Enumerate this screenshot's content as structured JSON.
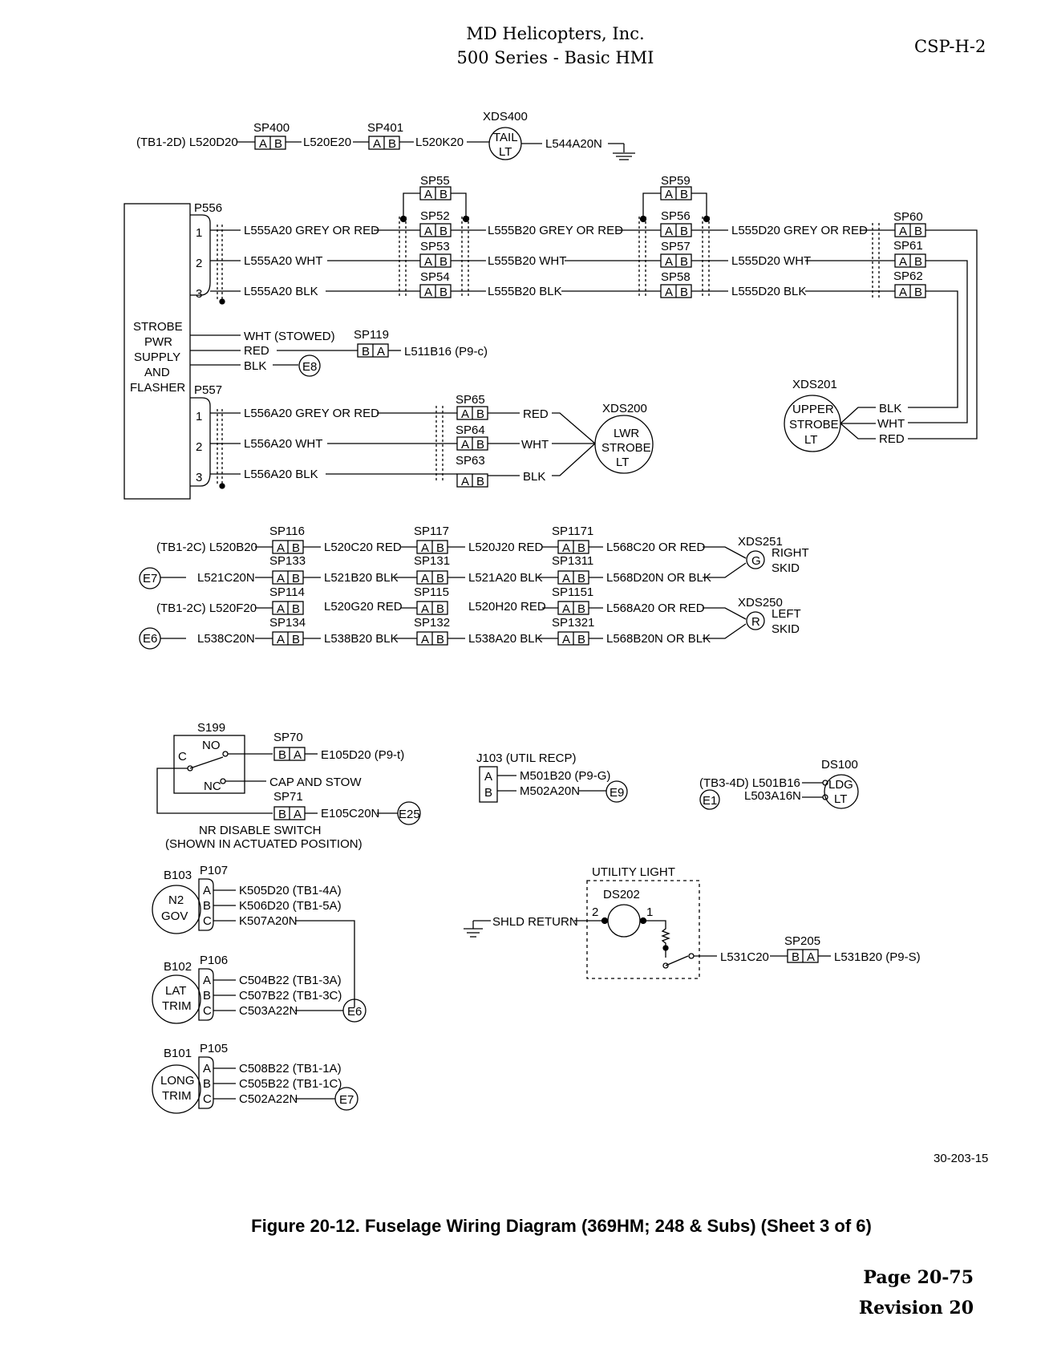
{
  "header": {
    "company": "MD Helicopters, Inc.",
    "series": "500 Series - Basic HMI",
    "doc_id": "CSP-H-2"
  },
  "figure": {
    "caption": "Figure  20-12.  Fuselage Wiring Diagram (369HM; 248 & Subs) (Sheet 3 of 6)",
    "drawing_number": "30-203-15"
  },
  "footer": {
    "page": "Page  20-75",
    "revision": "Revision 20"
  },
  "diagram": {
    "labels": {
      "tb1_2d": "(TB1-2D) L520D20",
      "sp400": "SP400",
      "l520e20": "L520E20",
      "sp401": "SP401",
      "l520k20": "L520K20",
      "xds400": "XDS400",
      "tail": "TAIL",
      "lt": "LT",
      "l544a20n": "L544A20N",
      "sp55": "SP55",
      "sp59": "SP59",
      "p556": "P556",
      "sp52": "SP52",
      "sp53": "SP53",
      "sp54": "SP54",
      "sp56": "SP56",
      "sp57": "SP57",
      "sp58": "SP58",
      "sp60": "SP60",
      "sp61": "SP61",
      "sp62": "SP62",
      "l555a20_gr": "L555A20 GREY OR RED",
      "l555a20_wht": "L555A20 WHT",
      "l555a20_blk": "L555A20 BLK",
      "l555b20_gr": "L555B20 GREY OR RED",
      "l555b20_wht": "L555B20 WHT",
      "l555b20_blk": "L555B20 BLK",
      "l555d20_gr": "L555D20 GREY OR RED",
      "l555d20_wht": "L555D20 WHT",
      "l555d20_blk": "L555D20 BLK",
      "strobe1": "STROBE",
      "strobe2": "PWR",
      "strobe3": "SUPPLY",
      "strobe4": "AND",
      "strobe5": "FLASHER",
      "wht_stowed": "WHT (STOWED)",
      "red": "RED",
      "blk": "BLK",
      "wht": "WHT",
      "sp119": "SP119",
      "l511b16": "L511B16 (P9-c)",
      "e8": "E8",
      "xds201": "XDS201",
      "upper": "UPPER",
      "strobe": "STROBE",
      "p557": "P557",
      "l556a20_gr": "L556A20 GREY OR RED",
      "l556a20_wht": "L556A20 WHT",
      "l556a20_blk": "L556A20 BLK",
      "sp65": "SP65",
      "sp64": "SP64",
      "sp63": "SP63",
      "xds200": "XDS200",
      "lwr": "LWR",
      "tb1_2c_1": "(TB1-2C) L520B20",
      "sp116": "SP116",
      "l520c20": "L520C20 RED",
      "sp117": "SP117",
      "l520j20": "L520J20 RED",
      "sp1171": "SP1171",
      "l568c20": "L568C20 OR RED",
      "xds251": "XDS251",
      "g": "G",
      "right": "RIGHT",
      "skid": "SKID",
      "e7": "E7",
      "l521c20n": "L521C20N",
      "sp133": "SP133",
      "l521b20": "L521B20 BLK",
      "sp131": "SP131",
      "l521a20": "L521A20 BLK",
      "sp1311": "SP1311",
      "l568d20n": "L568D20N OR BLK",
      "tb1_2c_2": "(TB1-2C) L520F20",
      "sp114": "SP114",
      "l520g20": "L520G20 RED",
      "sp115": "SP115",
      "l520h20": "L520H20 RED",
      "sp1151": "SP1151",
      "l568a20": "L568A20 OR RED",
      "xds250": "XDS250",
      "r": "R",
      "left": "LEFT",
      "e6": "E6",
      "l538c20n": "L538C20N",
      "sp134": "SP134",
      "l538b20": "L538B20 BLK",
      "sp132": "SP132",
      "l538a20": "L538A20 BLK",
      "sp1321": "SP1321",
      "l568b20n": "L568B20N OR BLK",
      "s199": "S199",
      "no": "NO",
      "c": "C",
      "nc": "NC",
      "sp70": "SP70",
      "e105d20": "E105D20 (P9-t)",
      "cap_stow": "CAP AND STOW",
      "sp71": "SP71",
      "e105c20n": "E105C20N",
      "e25": "E25",
      "nr1": "NR DISABLE SWITCH",
      "nr2": "(SHOWN IN ACTUATED POSITION)",
      "j103": "J103 (UTIL RECP)",
      "m501b20": "M501B20 (P9-G)",
      "m502a20n": "M502A20N",
      "e9": "E9",
      "ds100": "DS100",
      "tb3_4d": "(TB3-4D) L501B16",
      "l503a16n": "L503A16N",
      "e1": "E1",
      "ldg": "LDG",
      "b103": "B103",
      "p107": "P107",
      "n2": "N2",
      "gov": "GOV",
      "k505d20": "K505D20 (TB1-4A)",
      "k506d20": "K506D20 (TB1-5A)",
      "k507a20n": "K507A20N",
      "b102": "B102",
      "p106": "P106",
      "lat": "LAT",
      "trim": "TRIM",
      "c504b22": "C504B22 (TB1-3A)",
      "c507b22": "C507B22 (TB1-3C)",
      "c503a22n": "C503A22N",
      "b101": "B101",
      "p105": "P105",
      "long": "LONG",
      "c508b22": "C508B22 (TB1-1A)",
      "c505b22": "C505B22 (TB1-1C)",
      "c502a22n": "C502A22N",
      "utility_light": "UTILITY LIGHT",
      "ds202": "DS202",
      "shld_return": "SHLD RETURN",
      "pin2": "2",
      "pin1": "1",
      "sp205": "SP205",
      "l531c20": "L531C20",
      "l531b20": "L531B20 (P9-S)",
      "n1": "1",
      "n2p": "2",
      "n3": "3",
      "pa": "A",
      "pb": "B",
      "pc": "C"
    }
  }
}
